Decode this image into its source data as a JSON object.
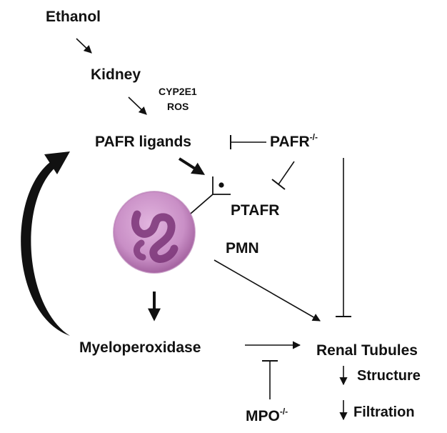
{
  "labels": {
    "ethanol": "Ethanol",
    "kidney": "Kidney",
    "cyp2e1": "CYP2E1",
    "ros": "ROS",
    "pafr_ligands": "PAFR ligands",
    "pafr_ko": "PAFR",
    "pafr_ko_sup": "-/-",
    "ptafr": "PTAFR",
    "pmn": "PMN",
    "myeloperoxidase": "Myeloperoxidase",
    "renal_tubules": "Renal Tubules",
    "structure": "Structure",
    "filtration": "Filtration",
    "mpo_ko": "MPO",
    "mpo_ko_sup": "-/-"
  },
  "colors": {
    "ink": "#111111",
    "cell_outer": "#c98fc6",
    "cell_inner": "#9a4b96",
    "nucleus": "#6d2a6b"
  },
  "icons": {
    "cell": "neutrophil-cell-icon",
    "receptor": "receptor-y-icon"
  }
}
